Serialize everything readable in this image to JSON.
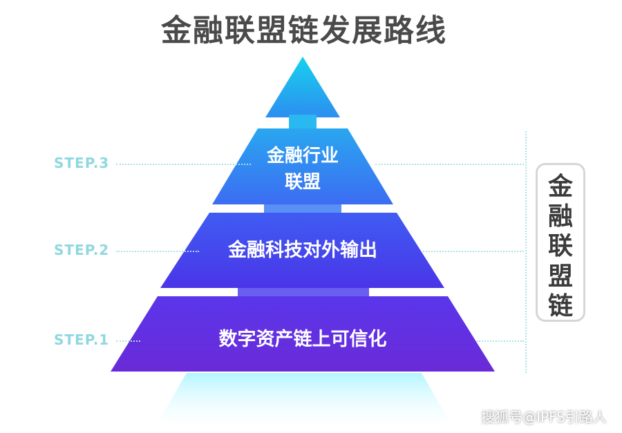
{
  "title": "金融联盟链发展路线",
  "tiers": [
    {
      "step": "STEP.3",
      "text": "金融行业\n联盟"
    },
    {
      "step": "STEP.2",
      "text": "金融科技对外输出"
    },
    {
      "step": "STEP.1",
      "text": "数字资产链上可信化"
    }
  ],
  "side_label": "金\n融\n联\n盟\n链",
  "watermark": "搜狐号@IPFS引路人"
}
